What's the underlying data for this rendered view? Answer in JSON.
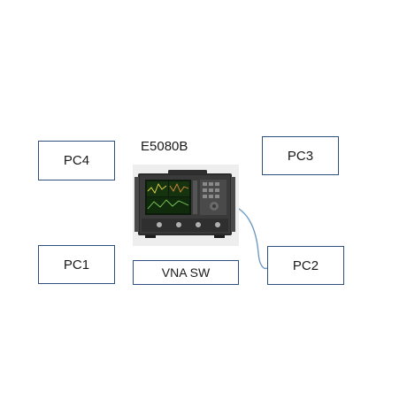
{
  "device": {
    "label": "E5080B",
    "image_icon": "network-analyzer-instrument-icon"
  },
  "nodes": {
    "pc4": "PC4",
    "pc3": "PC3",
    "pc1": "PC1",
    "pc2": "PC2",
    "vna_sw": "VNA SW"
  },
  "colors": {
    "box_border": "#2f4f7f",
    "cable": "#6d9bc3"
  }
}
